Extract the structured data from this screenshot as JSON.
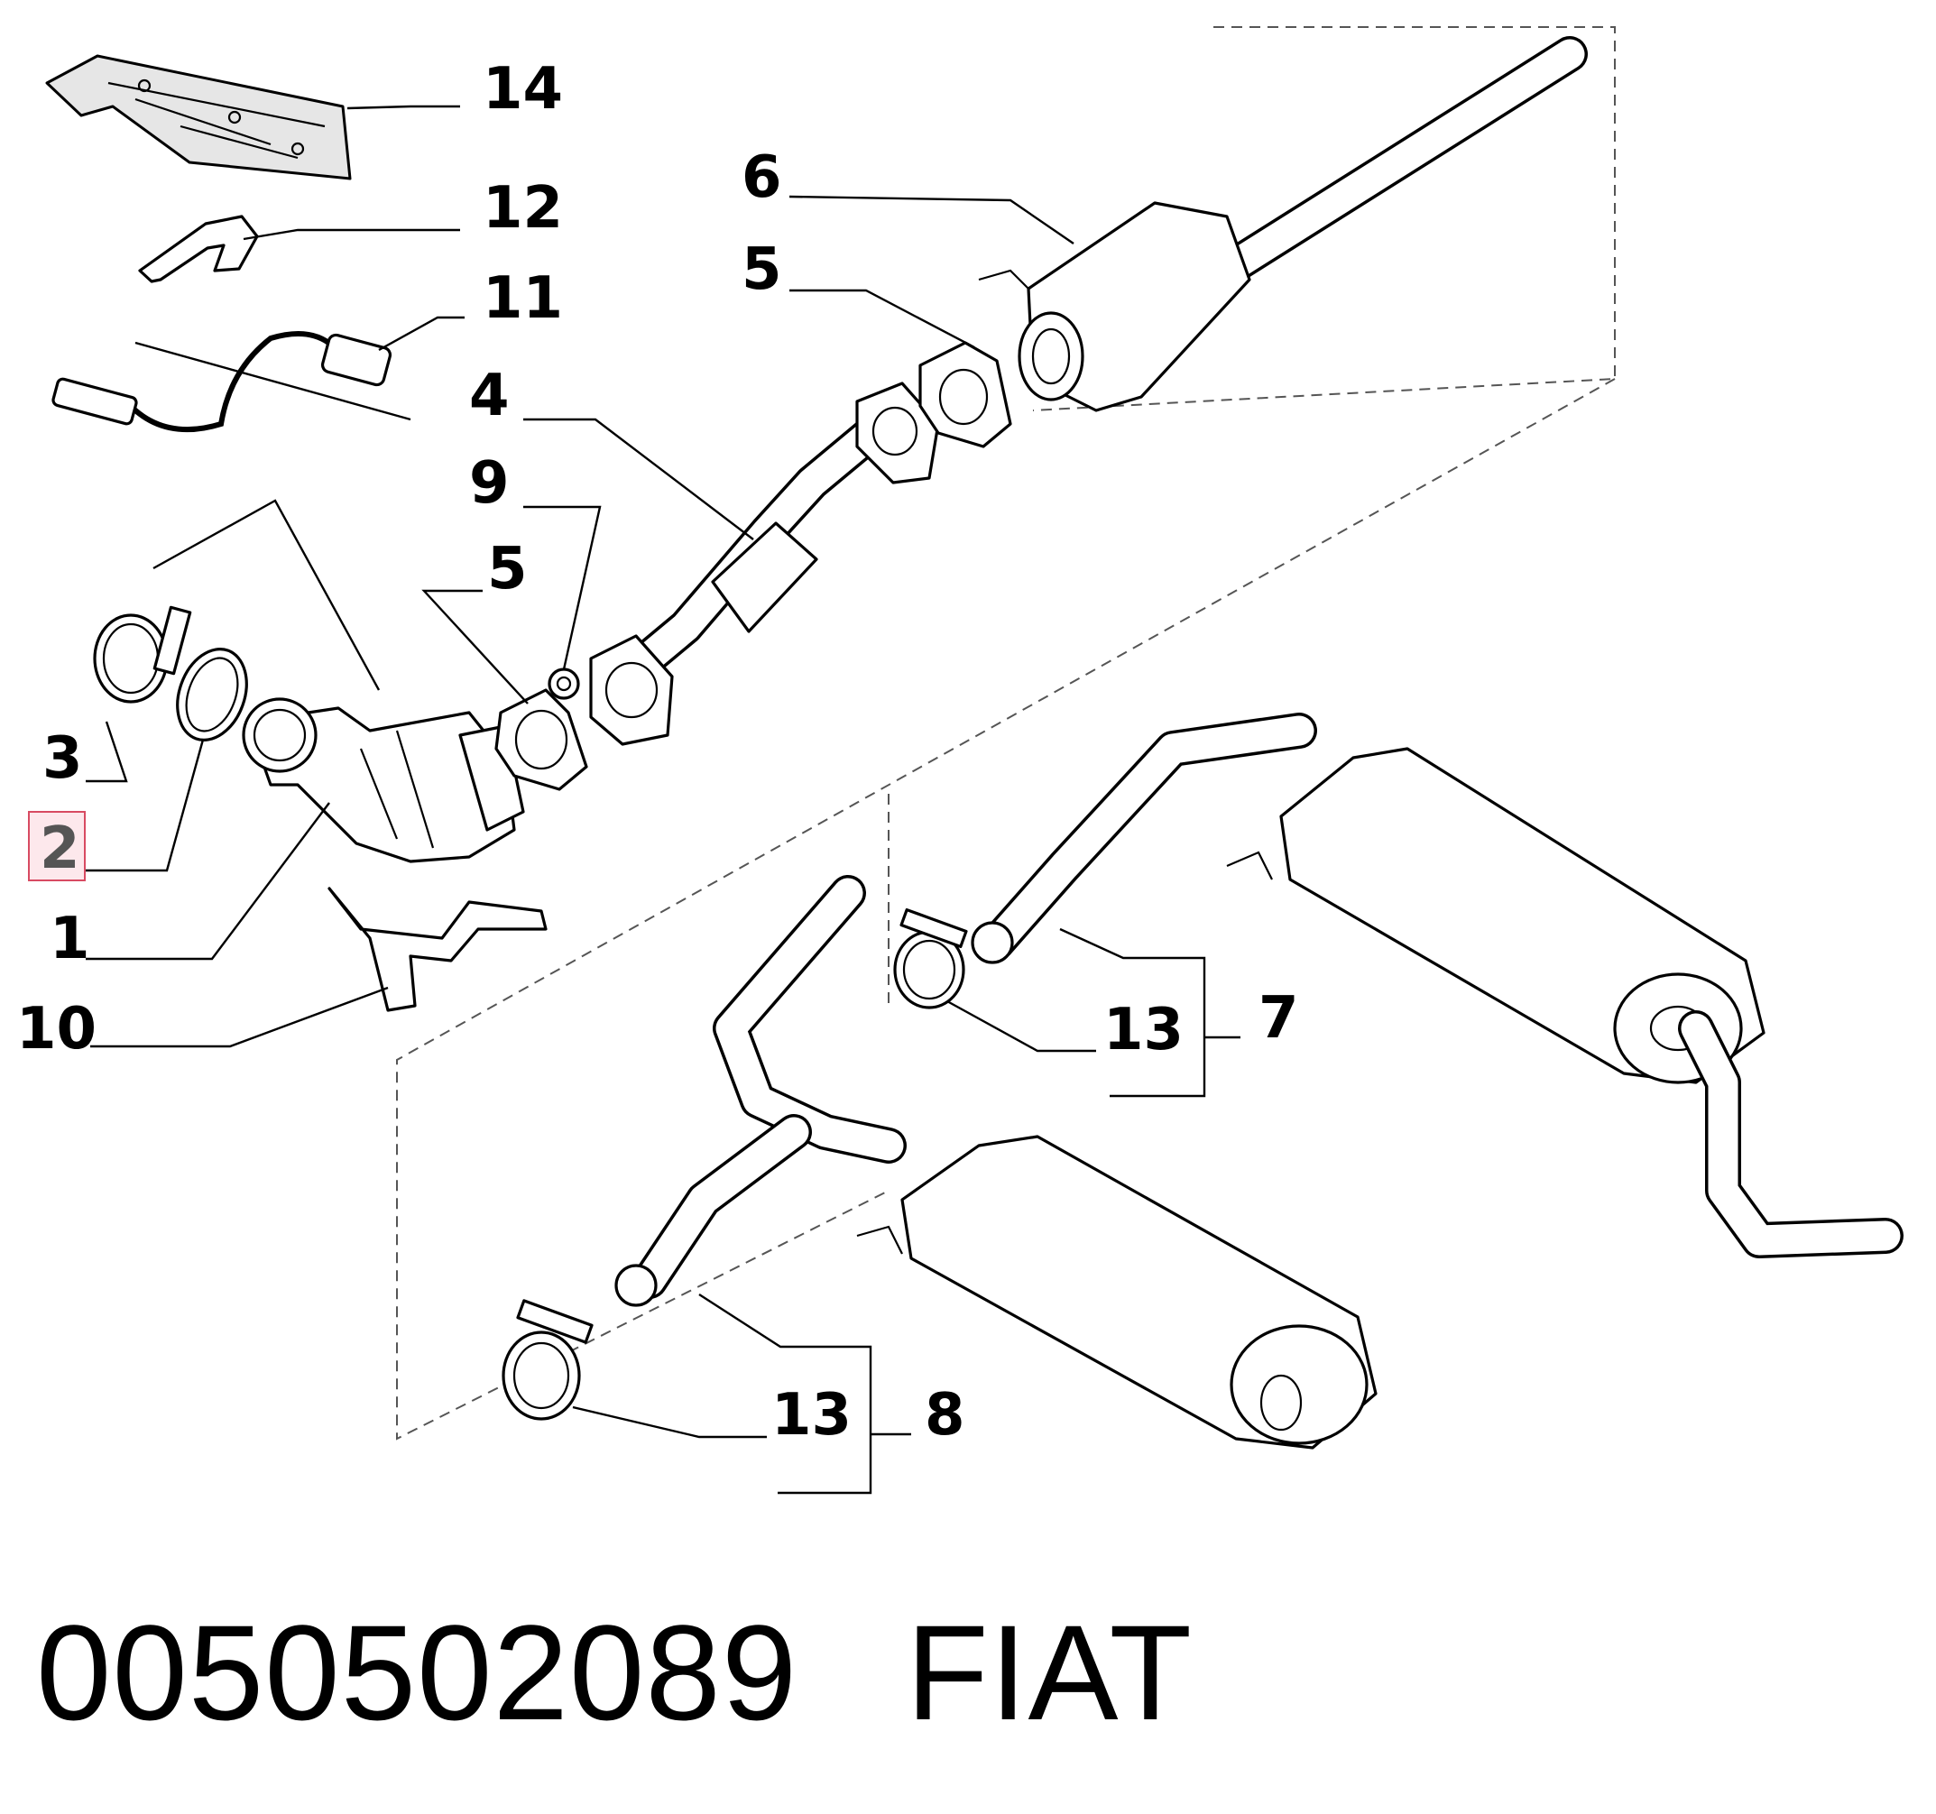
{
  "callouts": {
    "c14": "14",
    "c12": "12",
    "c11": "11",
    "c6": "6",
    "c5a": "5",
    "c4": "4",
    "c9": "9",
    "c5b": "5",
    "c3": "3",
    "c2": "2",
    "c1": "1",
    "c10": "10",
    "c13a": "13",
    "c7": "7",
    "c13b": "13",
    "c8": "8"
  },
  "highlighted_callout": "2",
  "footer": {
    "part_number": "0050502089",
    "brand": "FIAT"
  }
}
